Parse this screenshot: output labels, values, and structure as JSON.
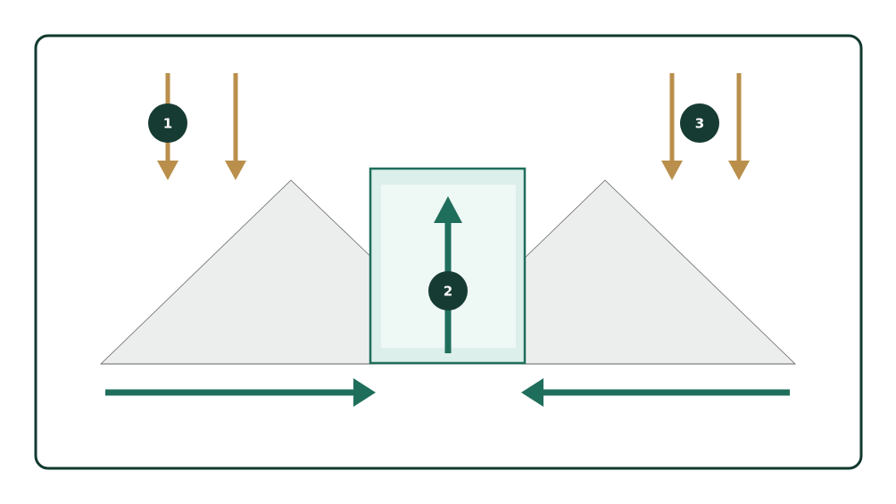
{
  "colors": {
    "frame": "#12392f",
    "down_arrow": "#b98f4b",
    "flow_arrow": "#1f6e5c",
    "mountain_fill": "#eceeed",
    "mountain_stroke": "#5a5a5a",
    "box_fill": "#dcefea",
    "box_inner": "#eef8f5",
    "box_stroke": "#1f6e5c",
    "badge_fill": "#163b32",
    "badge_text": "#ffffff"
  },
  "badges": [
    {
      "label": "1"
    },
    {
      "label": "2"
    },
    {
      "label": "3"
    }
  ]
}
